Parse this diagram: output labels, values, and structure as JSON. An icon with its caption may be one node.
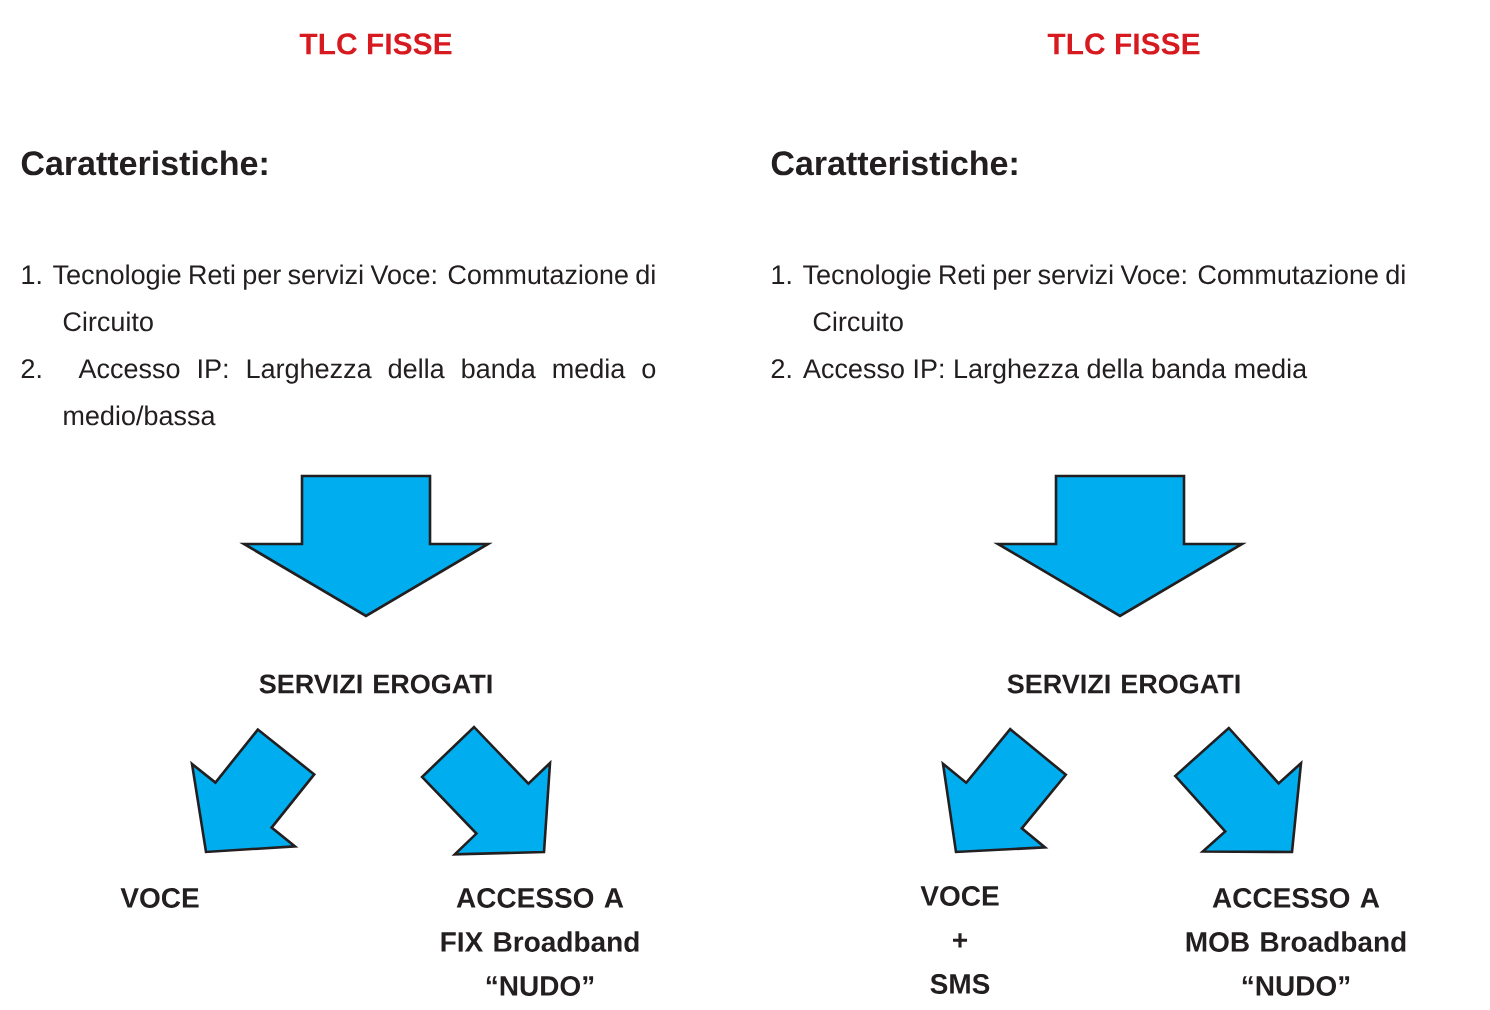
{
  "diagram": {
    "nodes": [
      {
        "text": [
          "Caratteristiche:",
          "1. Tecnologie Reti per servizi Voce: Commutazione di Circuito",
          "2. Accesso IP: Larghezza della banda media o medio/bassa"
        ]
      },
      {
        "text": [
          "SERVIZI EROGATI"
        ]
      },
      {
        "text": [
          "VOCE"
        ]
      },
      {
        "text": [
          "ACCESSO A FIX Broadband “NUDO”"
        ]
      },
      {
        "text": [
          "Caratteristiche:",
          "1. Tecnologie Reti per servizi Voce: Commutazione di Circuito",
          "2. Accesso IP: Larghezza della banda media"
        ]
      },
      {
        "text": [
          "SERVIZI EROGATI"
        ]
      },
      {
        "text": [
          "VOCE + SMS"
        ]
      },
      {
        "text": [
          "ACCESSO A MOB Broadband “NUDO”"
        ]
      }
    ],
    "edges": [
      {
        "from": 0,
        "to": 1,
        "arrow": "to"
      },
      {
        "from": 1,
        "to": 2,
        "arrow": "to"
      },
      {
        "from": 1,
        "to": 3,
        "arrow": "to"
      },
      {
        "from": 4,
        "to": 5,
        "arrow": "to"
      },
      {
        "from": 5,
        "to": 6,
        "arrow": "to"
      },
      {
        "from": 5,
        "to": 7,
        "arrow": "to"
      }
    ],
    "labels": [
      "TLC FISSE",
      "TLC FISSE"
    ]
  }
}
